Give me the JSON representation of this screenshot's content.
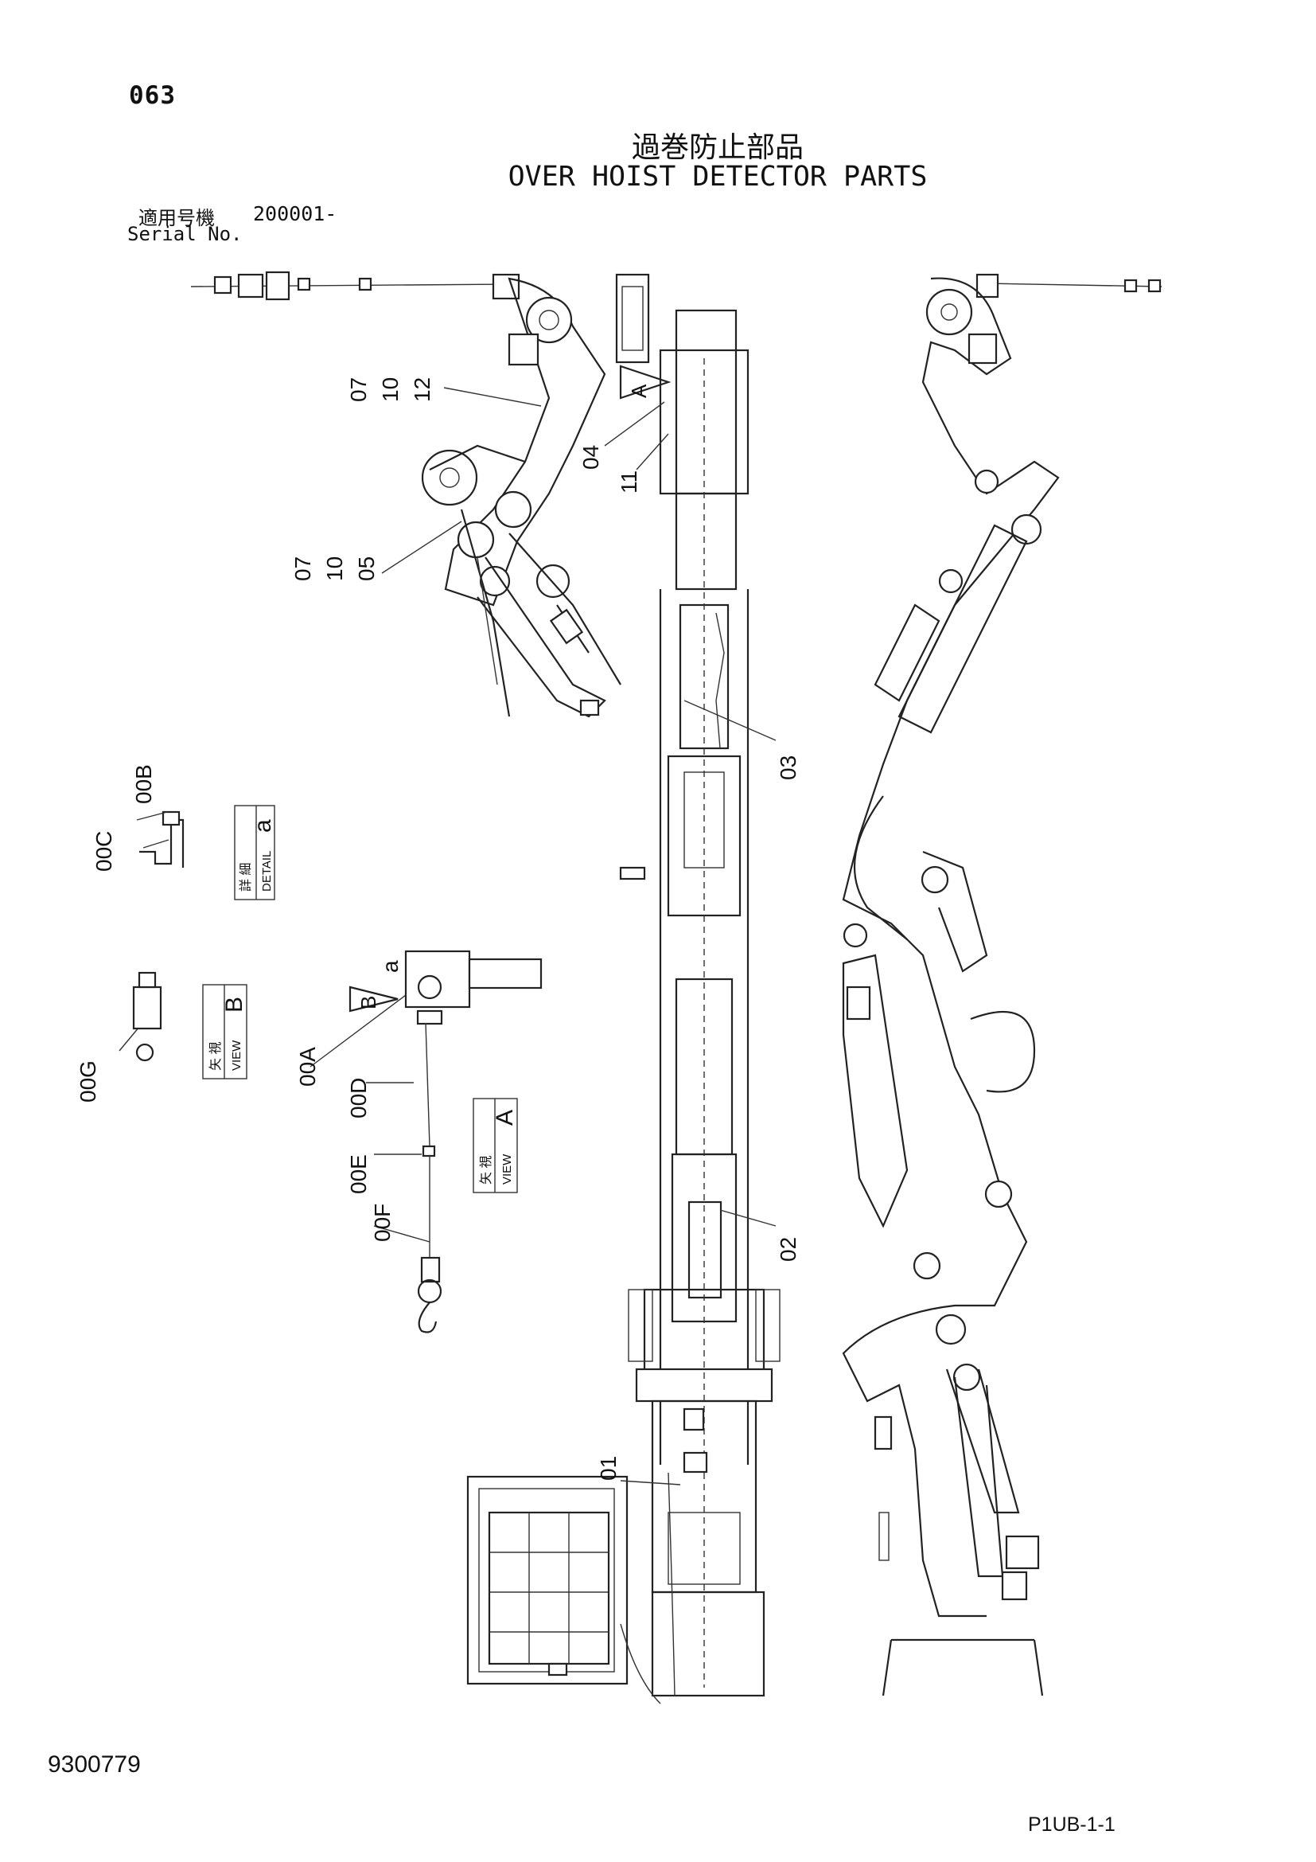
{
  "header": {
    "page_number": "063",
    "title_jp": "過巻防止部品",
    "title_en": "OVER HOIST DETECTOR PARTS",
    "serial_label_jp": "適用号機",
    "serial_value": "200001-",
    "serial_label_en": "Serial No."
  },
  "callouts": {
    "c01": "01",
    "c02": "02",
    "c03": "03",
    "c04": "04",
    "c11": "11",
    "c071012": [
      "07",
      "10",
      "12"
    ],
    "c071005": [
      "07",
      "10",
      "05"
    ],
    "c00A": "00A",
    "c00B": "00B",
    "c00C": "00C",
    "c00D": "00D",
    "c00E": "00E",
    "c00F": "00F",
    "c00G": "00G",
    "marker_a": "a",
    "marker_A": "A",
    "marker_B": "B"
  },
  "labels": {
    "detail_jp": "詳 細",
    "detail_en": "DETAIL",
    "detail_letter": "a",
    "view_jp": "矢 視",
    "view_en": "VIEW",
    "view_b_letter": "B",
    "view_a_letter": "A"
  },
  "footer": {
    "doc_id": "9300779",
    "page_code": "P1UB-1-1"
  }
}
